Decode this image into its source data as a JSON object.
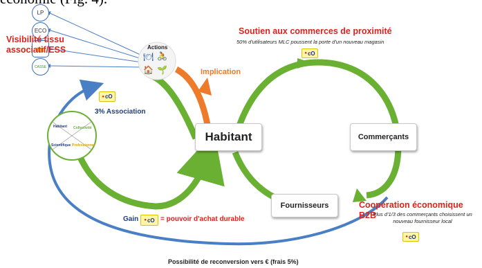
{
  "header_text": "économie (Fig. 4).",
  "center_box": "Habitant",
  "commercants_box": "Commerçants",
  "fournisseurs_box": "Fournisseurs",
  "soutien": {
    "title": "Soutien aux commerces de proximité",
    "subtitle": "50% d'utilisateurs MLC poussent la porte d'un nouveau magasin"
  },
  "cooperation": {
    "title": "Coopération économique B2B",
    "subtitle": "Plus d'1/3 des commerçants choisissent un nouveau fournisseur local"
  },
  "visibilite_title": "Visibilité tissu associatif/ESS",
  "actions_label": "Actions",
  "implication_label": "Implication",
  "association_label": "3% Association",
  "gain_label": "Gain",
  "pouvoir_label": "= pouvoir d'achat durable",
  "reconversion_label": "Possibilité de reconversion vers € (frais 5%)",
  "coin_label": "cO",
  "quadrant_labels": [
    "Habitant",
    "Collectivité",
    "Scientifique",
    "Professionnel"
  ],
  "side_icons": [
    {
      "icon": "logo-icon",
      "text": "LP"
    },
    {
      "icon": "logo-icon",
      "text": "ECO"
    },
    {
      "icon": "shop-icon",
      "text": "m"
    },
    {
      "icon": "leaf-icon",
      "text": "CASSE"
    }
  ],
  "colors": {
    "green": "#6ab032",
    "blue": "#4a7fc6",
    "orange": "#ee7a2b",
    "red": "#d9231d",
    "navy": "#1f3e7a"
  }
}
